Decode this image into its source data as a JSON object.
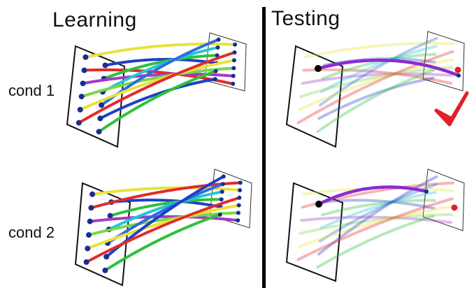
{
  "headers": {
    "learning": "Learning",
    "testing": "Testing"
  },
  "conditions": {
    "cond1": "cond 1",
    "cond2": "cond 2"
  },
  "colors": {
    "palette": [
      "#e8e23a",
      "#1f3fc8",
      "#e12b2b",
      "#2fc13a",
      "#a637c9",
      "#24c6d6",
      "#7ad64a",
      "#2f6be0"
    ],
    "dot": "#1a2d8f",
    "test_highlight": "#8a2bd1",
    "test_start_dot": "#000000",
    "test_end_dot": "#e02020",
    "check": "#e0202b"
  },
  "icons": {
    "correct": "check-mark-icon"
  },
  "result": {
    "cond1": "correct"
  }
}
